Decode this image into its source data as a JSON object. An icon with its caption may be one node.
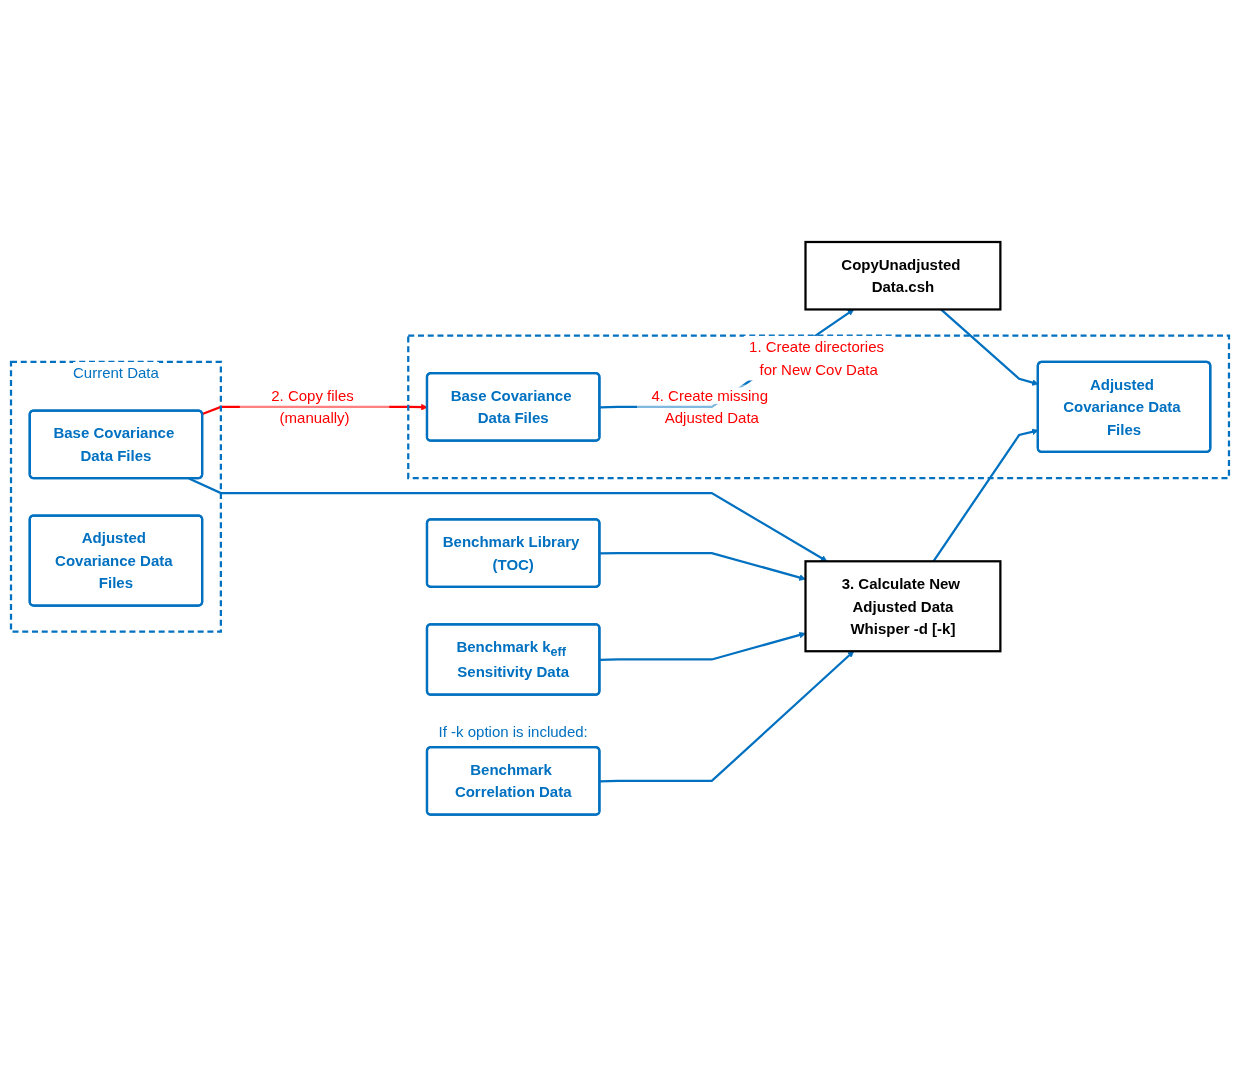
{
  "diagram": {
    "nodes": [
      {
        "text": [
          "Current Data"
        ]
      },
      {
        "text": [
          "Base Covariance Data Files"
        ],
        "in": 0
      },
      {
        "text": [
          "Adjusted Covariance Data Files"
        ],
        "in": 0
      },
      {
        "text": [
          "1. Create directories for New Cov Data"
        ]
      },
      {
        "text": [
          "Base Covariance Data Files"
        ],
        "in": 3
      },
      {
        "text": [
          "Adjusted Covariance Data Files"
        ],
        "in": 3
      },
      {
        "text": [
          "CopyUnadjusted Data.csh"
        ]
      },
      {
        "text": [
          "Benchmark Library (TOC)"
        ]
      },
      {
        "text": [
          "Benchmark k$_{eff}$ Sensitivity Data"
        ]
      },
      {
        "text": [
          "3. Calculate New Adjusted Data",
          "Whisper -d [-k]"
        ]
      },
      {
        "text": [
          "Benchmark Correlation Data"
        ],
        "beside": [
          "If -k option is included:"
        ]
      }
    ],
    "edges": [
      {
        "from": 1,
        "to": 4,
        "arrow": "to",
        "label": "2. Copy files (manually)",
        "color": "#ff0000"
      },
      {
        "from": 1,
        "to": 9,
        "arrow": "to"
      },
      {
        "from": 4,
        "to": 6,
        "arrow": "to",
        "label": "4. Create missing Adjusted Data"
      },
      {
        "from": 6,
        "to": 5,
        "arrow": "to"
      },
      {
        "from": 7,
        "to": 9,
        "arrow": "to"
      },
      {
        "from": 8,
        "to": 9,
        "arrow": "to"
      },
      {
        "from": 10,
        "to": 9,
        "arrow": "to"
      },
      {
        "from": 9,
        "to": 5,
        "arrow": "to"
      }
    ]
  }
}
